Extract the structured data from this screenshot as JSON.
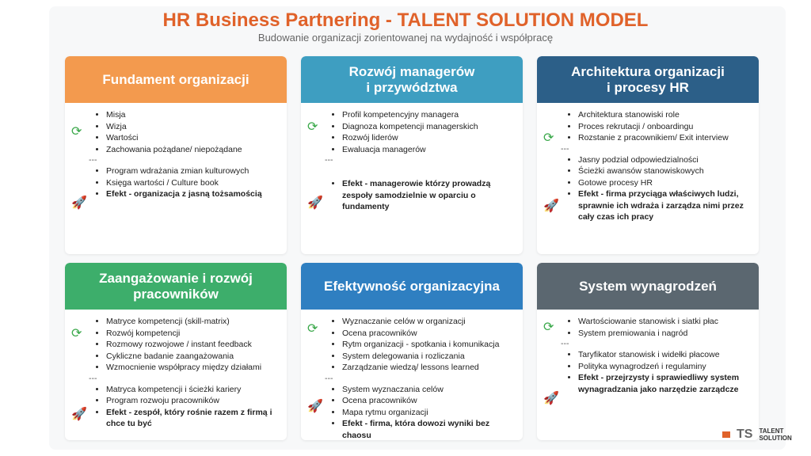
{
  "title": "HR Business Partnering - TALENT SOLUTION MODEL",
  "subtitle": "Budowanie organizacji zorientowanej na wydajność i współpracę",
  "cards": [
    {
      "title": "Fundament organizacji",
      "color": "#f39a4e",
      "group1": [
        "Misja",
        "Wizja",
        "Wartości",
        "Zachowania pożądane/ niepożądane"
      ],
      "separator": "---",
      "group2": [
        "Program wdrażania zmian kulturowych",
        "Księga wartości / Culture book"
      ],
      "effect": "Efekt - organizacja z jasną tożsamością"
    },
    {
      "title": "Rozwój managerów\ni przywództwa",
      "color": "#3e9ec1",
      "group1": [
        "Profil kompetencyjny managera",
        "Diagnoza kompetencji managerskich",
        "Rozwój liderów",
        "Ewaluacja managerów"
      ],
      "separator": "---",
      "group2": [],
      "effect": "Efekt - managerowie którzy prowadzą zespoły samodzielnie w oparciu o fundamenty"
    },
    {
      "title": "Architektura organizacji\ni procesy HR",
      "color": "#2c5f88",
      "group1": [
        "Architektura stanowiski role",
        "Proces rekrutacji / onboardingu",
        "Rozstanie z pracownikiem/ Exit interview"
      ],
      "separator": "---",
      "group2": [
        "Jasny podzial odpowiedzialności",
        "Ścieżki awansów stanowiskowych",
        "Gotowe procesy HR"
      ],
      "effect": "Efekt - firma przyciąga właściwych ludzi, sprawnie ich wdraża i zarządza nimi przez cały czas ich pracy"
    },
    {
      "title": "Zaangażowanie i rozwój\npracowników",
      "color": "#3dae6b",
      "group1": [
        "Matryce kompetencji (skill-matrix)",
        "Rozwój kompetencji",
        "Rozmowy rozwojowe / instant feedback",
        "Cykliczne badanie zaangażowania",
        "Wzmocnienie współpracy między działami"
      ],
      "separator": "---",
      "group2": [
        "Matryca kompetencji i ścieżki kariery",
        "Program rozwoju pracowników"
      ],
      "effect": "Efekt - zespół, który rośnie razem z firmą i chce tu być"
    },
    {
      "title": "Efektywność organizacyjna",
      "color": "#2f7fc1",
      "group1": [
        "Wyznaczanie celów w organizacji",
        "Ocena pracowników",
        "Rytm organizacji - spotkania i komunikacja",
        "System delegowania i rozliczania",
        "Zarządzanie wiedzą/ lessons learned"
      ],
      "separator": "---",
      "group2": [
        "System wyznaczania celów",
        "Ocena pracowników",
        "Mapa rytmu organizacji"
      ],
      "effect": "Efekt - firma, która dowozi wyniki bez chaosu"
    },
    {
      "title": "System wynagrodzeń",
      "color": "#5b6770",
      "group1": [
        "Wartościowanie stanowisk i siatki płac",
        "System premiowania i nagród"
      ],
      "separator": "---",
      "group2": [
        "Taryfikator stanowisk i widełki płacowe",
        "Polityka wynagrodzeń i regulaminy"
      ],
      "effect": "Efekt - przejrzysty i sprawiedliwy system wynagradzania jako narzędzie zarządcze"
    }
  ],
  "logo": {
    "mark": "TS",
    "line1": "TALENT",
    "line2": "SOLUTION"
  }
}
